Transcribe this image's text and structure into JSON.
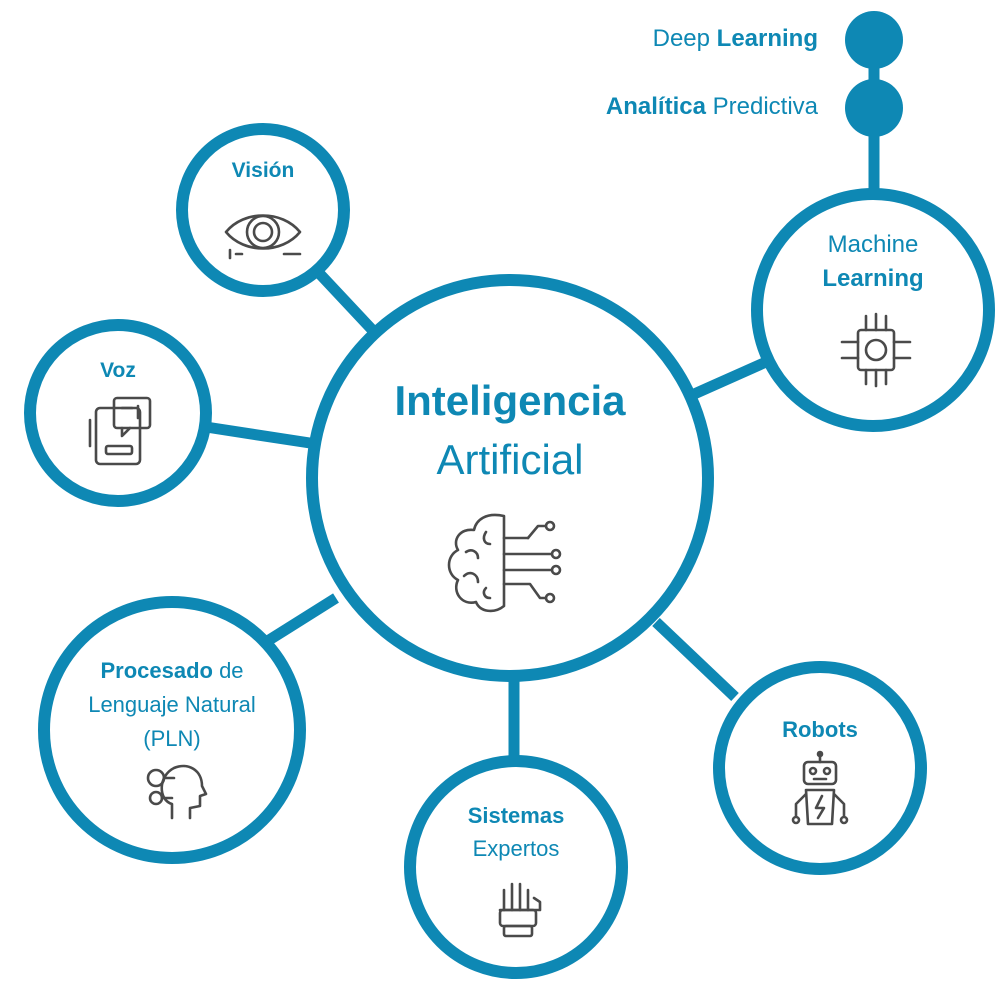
{
  "colors": {
    "accent": "#0e88b4",
    "icon": "#4a4a4a",
    "background": "#ffffff"
  },
  "center": {
    "line1": "Inteligencia",
    "line2": "Artificial",
    "icon": "brain-circuit-icon"
  },
  "ml_branch": [
    {
      "regular": "Deep ",
      "bold": "Learning"
    },
    {
      "bold": "Analítica",
      "regular": " Predictiva"
    }
  ],
  "nodes": {
    "vision": {
      "bold": "Visión",
      "icon": "eye-icon"
    },
    "voz": {
      "bold": "Voz",
      "icon": "voice-device-icon"
    },
    "machine_learning": {
      "line1": "Machine",
      "line2": "Learning",
      "icon": "chip-icon"
    },
    "pln": {
      "bold": "Procesado",
      "regular": " de",
      "line2": "Lenguaje Natural",
      "line3": "(PLN)",
      "icon": "head-gears-icon"
    },
    "sistemas": {
      "line1": "Sistemas",
      "line2": "Expertos",
      "icon": "robotic-hand-icon"
    },
    "robots": {
      "bold": "Robots",
      "icon": "robot-icon"
    }
  }
}
